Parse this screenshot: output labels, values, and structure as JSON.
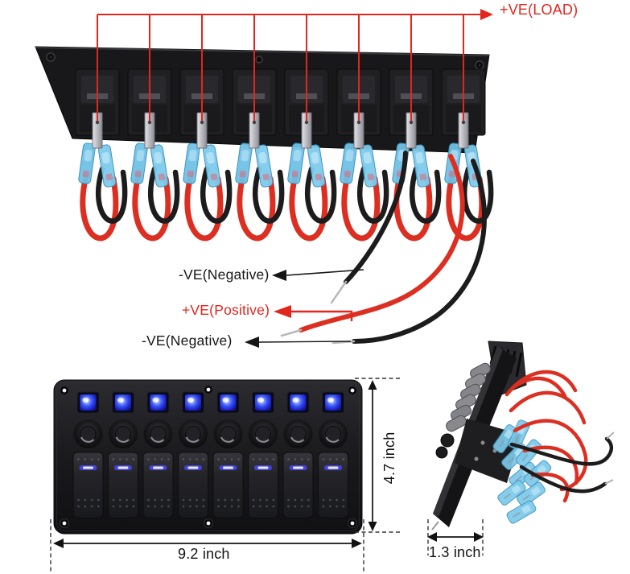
{
  "wiring_view": {
    "load_label": "+VE(LOAD)",
    "wire_labels": [
      {
        "id": "negative-top",
        "text": "-VE(Negative)",
        "color": "#161616"
      },
      {
        "id": "positive",
        "text": "+VE(Positive)",
        "color": "#e3261d"
      },
      {
        "id": "negative-bottom",
        "text": "-VE(Negative)",
        "color": "#161616"
      }
    ],
    "gang_count": 8
  },
  "front_view": {
    "width_label": "9.2 inch",
    "height_label": "4.7 inch",
    "gang_count": 8
  },
  "side_view": {
    "depth_label": "1.3 inch"
  },
  "colors": {
    "background": "#ffffff",
    "annotation_red": "#e3261d",
    "annotation_black": "#161616",
    "wire_red": "#dc2f22",
    "wire_black": "#1c1c1c",
    "connector_blue": "#7cc9ea",
    "led_blue": "#3b55f2",
    "panel_black": "#1b1b1e",
    "terminal_silver": "#c9c9cf"
  }
}
